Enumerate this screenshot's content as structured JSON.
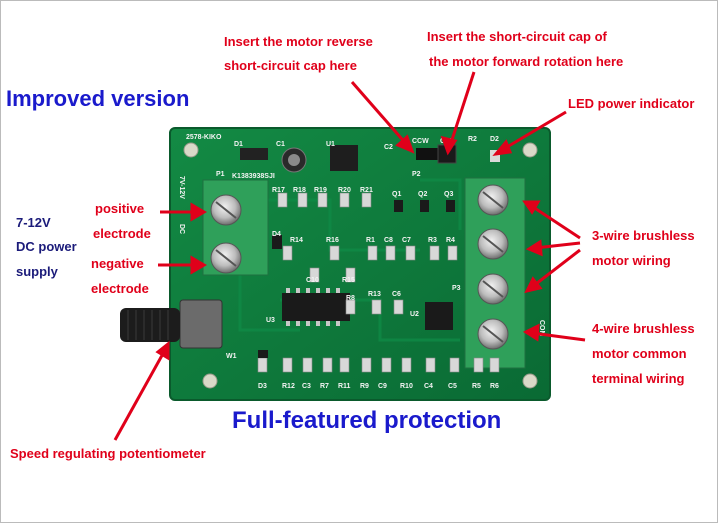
{
  "headline_left": "Improved version",
  "headline_bottom": "Full-featured protection",
  "callouts": {
    "reverse_line1": "Insert the motor reverse",
    "reverse_line2": "short-circuit cap here",
    "forward_line1": "Insert the short-circuit cap of",
    "forward_line2": "the motor forward rotation here",
    "led": "LED power indicator",
    "supply_line1": "7-12V",
    "supply_line2": "DC power",
    "supply_line3": "supply",
    "positive_line1": "positive",
    "positive_line2": "electrode",
    "negative_line1": "negative",
    "negative_line2": "electrode",
    "three_wire_line1": "3-wire brushless",
    "three_wire_line2": "motor wiring",
    "four_wire_line1": "4-wire brushless",
    "four_wire_line2": "motor common",
    "four_wire_line3": "terminal wiring",
    "potentiometer": "Speed regulating potentiometer"
  },
  "pcb_silkscreen": {
    "board_code": "2578-KIKO",
    "serial": "K1383938SJI",
    "voltage": "7V-12V",
    "dc": "DC",
    "ccw": "CCW",
    "cw": "CW",
    "com": "COM",
    "refs": [
      "D1",
      "C1",
      "U1",
      "P1",
      "C2",
      "P2",
      "R2",
      "D2",
      "R17",
      "R18",
      "R19",
      "R20",
      "R21",
      "Q1",
      "Q2",
      "Q3",
      "D4",
      "R14",
      "R16",
      "R1",
      "C8",
      "C7",
      "R3",
      "R4",
      "C10",
      "R15",
      "P3",
      "R8",
      "R13",
      "C6",
      "U3",
      "U2",
      "W1",
      "D3",
      "R12",
      "C3",
      "R7",
      "R11",
      "R9",
      "C9",
      "R10",
      "C4",
      "C5",
      "R5",
      "R6"
    ]
  },
  "colors": {
    "annotation_red": "#e0001a",
    "headline_blue": "#1a1acc",
    "pcb_green": "#0d7a3c",
    "terminal_green": "#2fa05a"
  }
}
